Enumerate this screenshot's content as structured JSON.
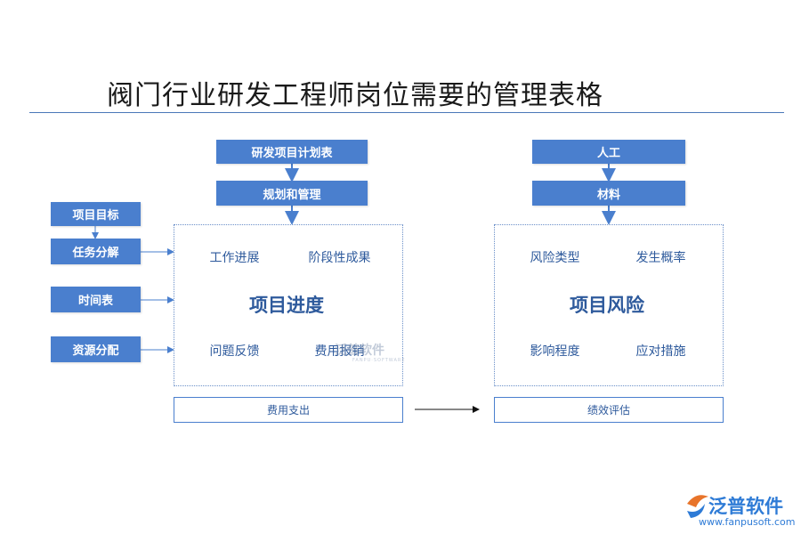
{
  "title": "阀门行业研发工程师岗位需要的管理表格",
  "left_inputs": [
    "项目目标",
    "任务分解",
    "时间表",
    "资源分配"
  ],
  "progress": {
    "top_stack": [
      "研发项目计划表",
      "规划和管理"
    ],
    "cells": [
      "工作进展",
      "阶段性成果",
      "问题反馈",
      "费用报销"
    ],
    "center": "项目进度",
    "footer": "费用支出"
  },
  "risk": {
    "top_stack": [
      "人工",
      "材料"
    ],
    "cells": [
      "风险类型",
      "发生概率",
      "影响程度",
      "应对措施"
    ],
    "center": "项目风险",
    "footer": "绩效评估"
  },
  "watermark": {
    "center_text": "泛普软件",
    "center_sub": "FANPU·SOFTWARE",
    "logo_text": "泛普软件",
    "logo_url": "www.fanpusoft.com"
  },
  "colors": {
    "box_fill": "#4a7fce",
    "text_blue": "#2e5a9c",
    "title_rule": "#4a78b8"
  }
}
